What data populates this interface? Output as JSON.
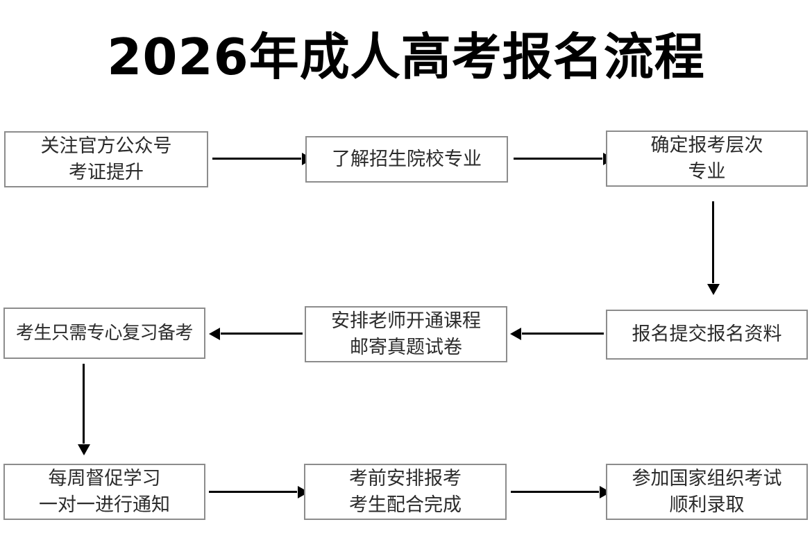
{
  "page": {
    "title": "2026年成人高考报名流程",
    "background_color": "#ffffff",
    "box_border_color": "#8c8c8c",
    "arrow_color": "#000000",
    "text_color": "#2b2b2b"
  },
  "flowchart": {
    "type": "process-flow",
    "nodes": [
      {
        "id": "n1",
        "line1": "关注官方公众号",
        "line2": "考证提升"
      },
      {
        "id": "n2",
        "line1": "了解招生院校专业",
        "line2": ""
      },
      {
        "id": "n3",
        "line1": "确定报考层次",
        "line2": "专业"
      },
      {
        "id": "n4",
        "line1": "考生只需专心复习备考",
        "line2": ""
      },
      {
        "id": "n5",
        "line1": "安排老师开通课程",
        "line2": "邮寄真题试卷"
      },
      {
        "id": "n6",
        "line1": "报名提交报名资料",
        "line2": ""
      },
      {
        "id": "n7",
        "line1": "每周督促学习",
        "line2": "一对一进行通知"
      },
      {
        "id": "n8",
        "line1": "考前安排报考",
        "line2": "考生配合完成"
      },
      {
        "id": "n9",
        "line1": "参加国家组织考试",
        "line2": "顺利录取"
      }
    ],
    "edges": [
      {
        "from": "n1",
        "to": "n2",
        "direction": "right"
      },
      {
        "from": "n2",
        "to": "n3",
        "direction": "right"
      },
      {
        "from": "n3",
        "to": "n6",
        "direction": "down"
      },
      {
        "from": "n6",
        "to": "n5",
        "direction": "left"
      },
      {
        "from": "n5",
        "to": "n4",
        "direction": "left"
      },
      {
        "from": "n4",
        "to": "n7",
        "direction": "down"
      },
      {
        "from": "n7",
        "to": "n8",
        "direction": "right"
      },
      {
        "from": "n8",
        "to": "n9",
        "direction": "right"
      }
    ]
  }
}
